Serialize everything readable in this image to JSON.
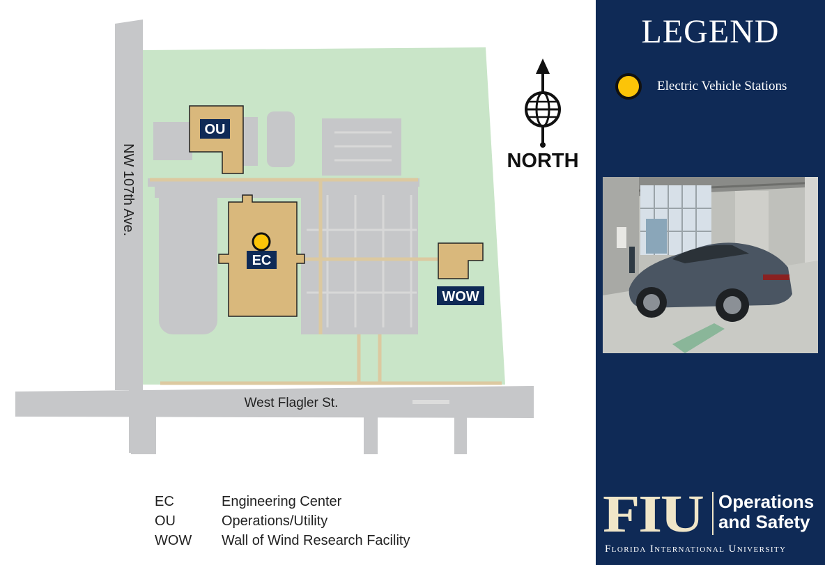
{
  "legend": {
    "title": "LEGEND",
    "items": [
      {
        "label": "Electric Vehicle Stations",
        "icon": "ev-station-dot-icon",
        "color": "#fcc408"
      }
    ]
  },
  "map": {
    "north_label": "NORTH",
    "streets": {
      "vertical": "NW 107th Ave.",
      "horizontal": "West  Flagler St."
    },
    "buildings": [
      {
        "code": "OU"
      },
      {
        "code": "EC",
        "has_ev_station": true
      },
      {
        "code": "WOW"
      }
    ],
    "colors": {
      "grass": "#c9e5c8",
      "road": "#c6c7c9",
      "building": "#d9b87c",
      "label_bg": "#0f2a56",
      "ev_marker": "#fcc408"
    }
  },
  "key": [
    {
      "abbr": "EC",
      "name": "Engineering Center"
    },
    {
      "abbr": "OU",
      "name": "Operations/Utility"
    },
    {
      "abbr": "WOW",
      "name": "Wall of Wind Research Facility"
    }
  ],
  "branding": {
    "logo_text": "FIU",
    "department_line1": "Operations",
    "department_line2": "and Safety",
    "university": "Florida International University"
  }
}
